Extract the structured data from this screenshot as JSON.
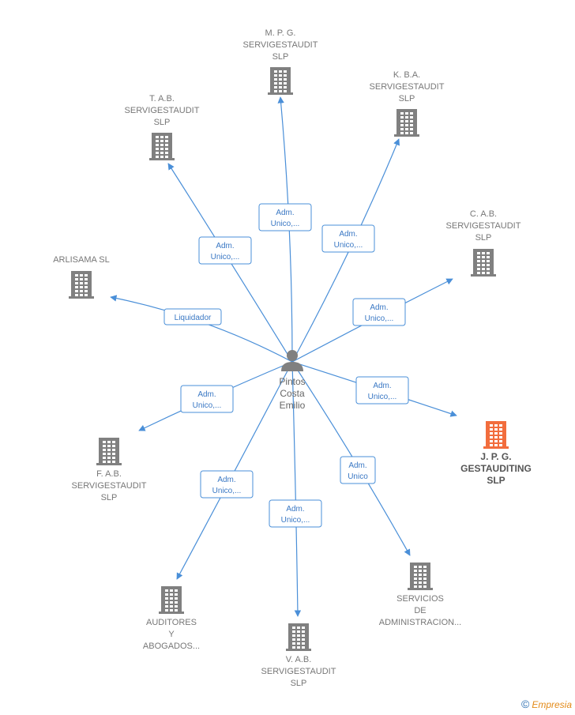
{
  "colors": {
    "edge": "#4a8fd8",
    "building": "#808080",
    "building_highlight": "#f26d3d"
  },
  "center": {
    "label": [
      "Pintos",
      "Costa",
      "Emilio"
    ],
    "icon": "person-icon"
  },
  "nodes": [
    {
      "id": "mpg",
      "label": [
        "M.  P. G.",
        "SERVIGESTAUDIT",
        "SLP"
      ],
      "icon": "building-icon",
      "highlight": false
    },
    {
      "id": "kba",
      "label": [
        "K. B.A.",
        "SERVIGESTAUDIT",
        "SLP"
      ],
      "icon": "building-icon",
      "highlight": false
    },
    {
      "id": "tab",
      "label": [
        "T. A.B.",
        "SERVIGESTAUDIT",
        "SLP"
      ],
      "icon": "building-icon",
      "highlight": false
    },
    {
      "id": "cab",
      "label": [
        "C. A.B.",
        "SERVIGESTAUDIT",
        "SLP"
      ],
      "icon": "building-icon",
      "highlight": false
    },
    {
      "id": "arl",
      "label": [
        "ARLISAMA  SL"
      ],
      "icon": "building-icon",
      "highlight": false
    },
    {
      "id": "jpg",
      "label": [
        "J.  P. G.",
        "GESTAUDITING",
        "SLP"
      ],
      "icon": "building-icon",
      "highlight": true
    },
    {
      "id": "fab",
      "label": [
        "F. A.B.",
        "SERVIGESTAUDIT",
        "SLP"
      ],
      "icon": "building-icon",
      "highlight": false
    },
    {
      "id": "serv",
      "label": [
        "SERVICIOS",
        "DE",
        "ADMINISTRACION..."
      ],
      "icon": "building-icon",
      "highlight": false
    },
    {
      "id": "aud",
      "label": [
        "AUDITORES",
        "Y",
        "ABOGADOS..."
      ],
      "icon": "building-icon",
      "highlight": false
    },
    {
      "id": "vab",
      "label": [
        "V. A.B.",
        "SERVIGESTAUDIT",
        "SLP"
      ],
      "icon": "building-icon",
      "highlight": false
    }
  ],
  "edges": [
    {
      "to": "mpg",
      "label": [
        "Adm.",
        "Unico,..."
      ]
    },
    {
      "to": "kba",
      "label": [
        "Adm.",
        "Unico,..."
      ]
    },
    {
      "to": "tab",
      "label": [
        "Adm.",
        "Unico,..."
      ]
    },
    {
      "to": "cab",
      "label": [
        "Adm.",
        "Unico,..."
      ]
    },
    {
      "to": "arl",
      "label": [
        "Liquidador"
      ]
    },
    {
      "to": "jpg",
      "label": [
        "Adm.",
        "Unico,..."
      ]
    },
    {
      "to": "fab",
      "label": [
        "Adm.",
        "Unico,..."
      ]
    },
    {
      "to": "serv",
      "label": [
        "Adm.",
        "Unico"
      ]
    },
    {
      "to": "aud",
      "label": [
        "Adm.",
        "Unico,..."
      ]
    },
    {
      "to": "vab",
      "label": [
        "Adm.",
        "Unico,..."
      ]
    }
  ],
  "brand": {
    "copyright": "©",
    "name": "Empresia"
  }
}
